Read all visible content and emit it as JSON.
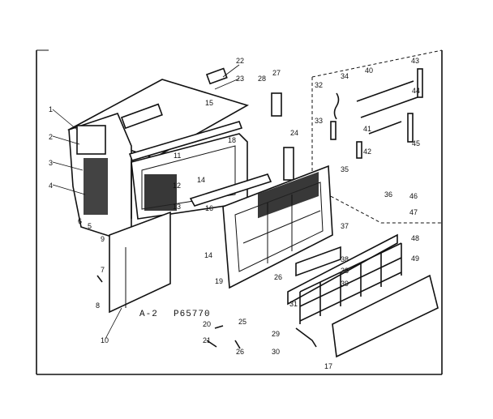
{
  "caption": {
    "sheet": "A-2",
    "code": "P65770"
  },
  "part_labels": [
    {
      "id": "p1",
      "text": "1"
    },
    {
      "id": "p2",
      "text": "2"
    },
    {
      "id": "p3",
      "text": "3"
    },
    {
      "id": "p4",
      "text": "4"
    },
    {
      "id": "p5",
      "text": "5"
    },
    {
      "id": "p6",
      "text": "6"
    },
    {
      "id": "p7",
      "text": "7"
    },
    {
      "id": "p8",
      "text": "8"
    },
    {
      "id": "p9",
      "text": "9"
    },
    {
      "id": "p10",
      "text": "10"
    },
    {
      "id": "p11",
      "text": "11"
    },
    {
      "id": "p12",
      "text": "12"
    },
    {
      "id": "p13",
      "text": "13"
    },
    {
      "id": "p14a",
      "text": "14"
    },
    {
      "id": "p14b",
      "text": "14"
    },
    {
      "id": "p15",
      "text": "15"
    },
    {
      "id": "p16",
      "text": "16"
    },
    {
      "id": "p17",
      "text": "17"
    },
    {
      "id": "p18",
      "text": "18"
    },
    {
      "id": "p19",
      "text": "19"
    },
    {
      "id": "p20",
      "text": "20"
    },
    {
      "id": "p21",
      "text": "21"
    },
    {
      "id": "p22",
      "text": "22"
    },
    {
      "id": "p23",
      "text": "23"
    },
    {
      "id": "p24",
      "text": "24"
    },
    {
      "id": "p25",
      "text": "25"
    },
    {
      "id": "p26a",
      "text": "26"
    },
    {
      "id": "p26b",
      "text": "26"
    },
    {
      "id": "p27",
      "text": "27"
    },
    {
      "id": "p28",
      "text": "28"
    },
    {
      "id": "p29",
      "text": "29"
    },
    {
      "id": "p30",
      "text": "30"
    },
    {
      "id": "p31",
      "text": "31"
    },
    {
      "id": "p32",
      "text": "32"
    },
    {
      "id": "p33",
      "text": "33"
    },
    {
      "id": "p34",
      "text": "34"
    },
    {
      "id": "p35",
      "text": "35"
    },
    {
      "id": "p36",
      "text": "36"
    },
    {
      "id": "p37",
      "text": "37"
    },
    {
      "id": "p38",
      "text": "38"
    },
    {
      "id": "p38b",
      "text": "38"
    },
    {
      "id": "p39",
      "text": "39"
    },
    {
      "id": "p40",
      "text": "40"
    },
    {
      "id": "p41",
      "text": "41"
    },
    {
      "id": "p42",
      "text": "42"
    },
    {
      "id": "p43",
      "text": "43"
    },
    {
      "id": "p44",
      "text": "44"
    },
    {
      "id": "p45",
      "text": "45"
    },
    {
      "id": "p46",
      "text": "46"
    },
    {
      "id": "p47",
      "text": "47"
    },
    {
      "id": "p48",
      "text": "48"
    },
    {
      "id": "p49",
      "text": "49"
    }
  ]
}
